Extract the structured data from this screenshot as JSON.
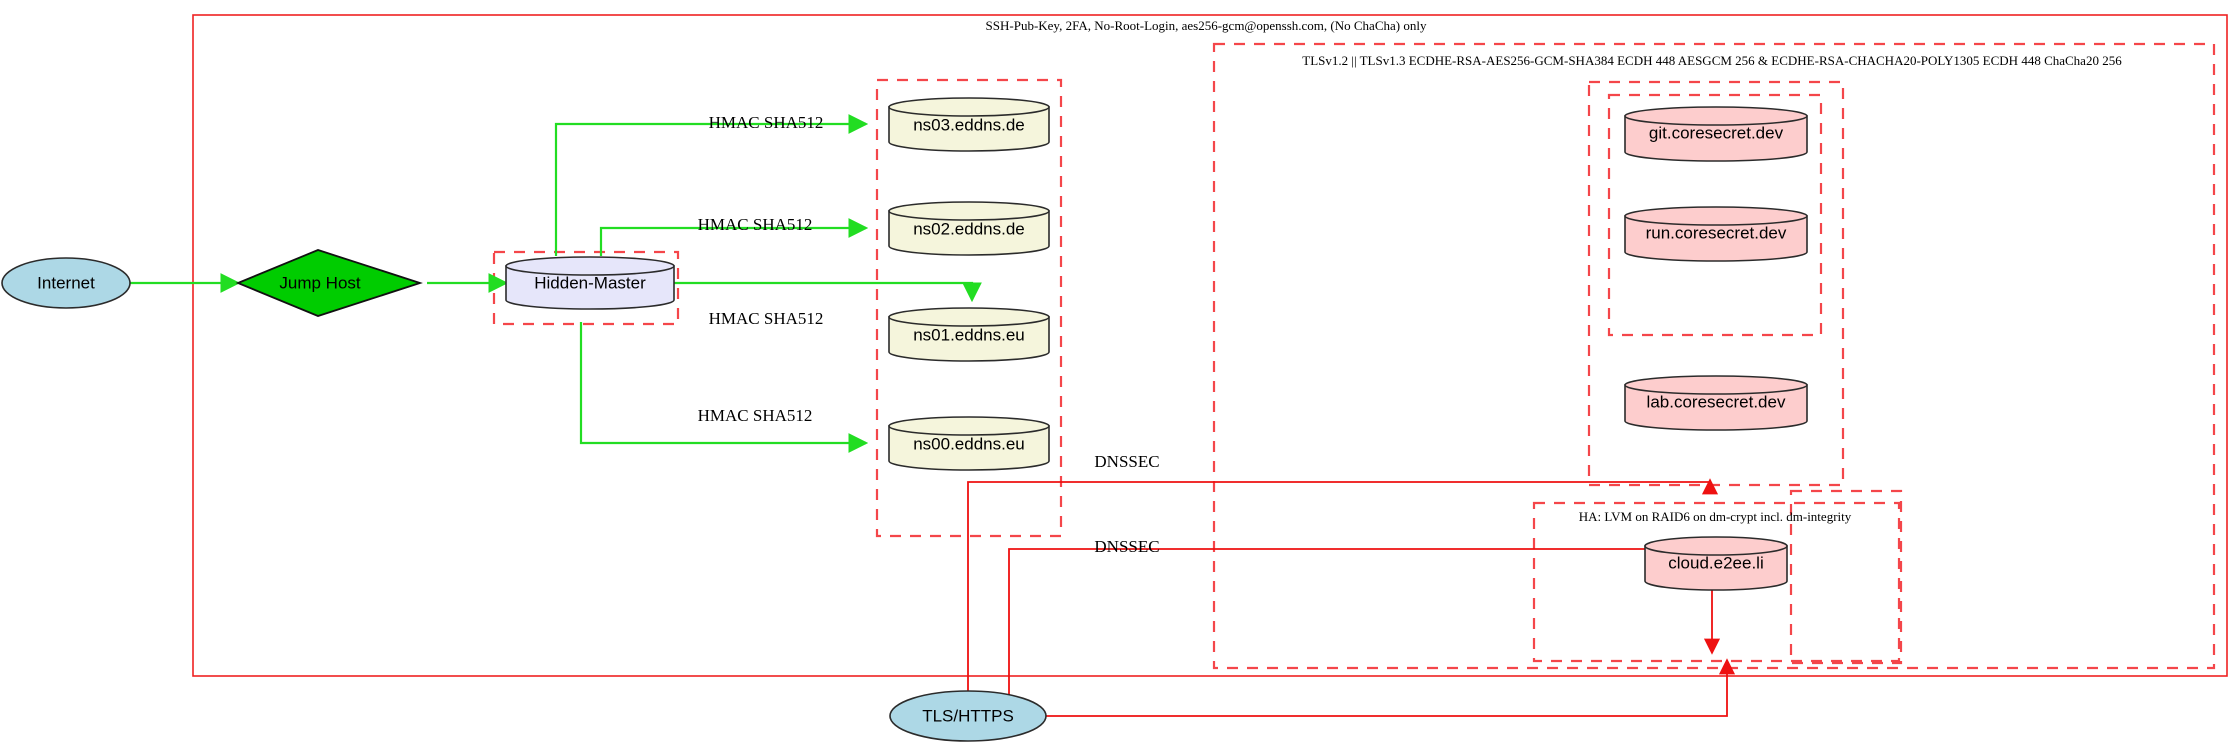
{
  "diagram": {
    "title_label": "SSH-Pub-Key, 2FA, No-Root-Login, aes256-gcm@openssh.com, (No ChaCha) only",
    "colors": {
      "boundary_solid": "#ee2222",
      "boundary_dashed": "#f4464a",
      "edge_green": "#22dd22",
      "edge_red": "#ee1111",
      "node_internet_fill": "#add8e6",
      "node_jumphost_fill": "#00cc00",
      "node_master_fill": "#e6e6fa",
      "node_ns_fill": "#f5f5dc",
      "node_app_fill": "#fdcdcd",
      "node_tls_fill": "#add8e6"
    },
    "clusters": [
      {
        "id": "ssh-boundary",
        "label": "SSH-Pub-Key, 2FA, No-Root-Login, aes256-gcm@openssh.com, (No ChaCha) only",
        "style": "solid"
      },
      {
        "id": "tls-boundary",
        "label": "TLSv1.2 || TLSv1.3 ECDHE-RSA-AES256-GCM-SHA384 ECDH 448 AESGCM 256 & ECDHE-RSA-CHACHA20-POLY1305 ECDH 448 ChaCha20 256",
        "style": "dashed"
      },
      {
        "id": "ha-boundary",
        "label": "HA: LVM on RAID6 on dm-crypt incl. dm-integrity",
        "style": "dashed"
      },
      {
        "id": "hidden-master-boundary",
        "label": "",
        "style": "dashed"
      },
      {
        "id": "nameserver-boundary",
        "label": "",
        "style": "dashed"
      },
      {
        "id": "coresecret-boundary",
        "label": "",
        "style": "dashed"
      },
      {
        "id": "coresecret-inner-boundary",
        "label": "",
        "style": "dashed"
      },
      {
        "id": "cloud-boundary",
        "label": "",
        "style": "dashed"
      }
    ],
    "nodes": [
      {
        "id": "internet",
        "label": "Internet",
        "shape": "ellipse",
        "fill": "#add8e6"
      },
      {
        "id": "jump-host",
        "label": "Jump Host",
        "shape": "diamond",
        "fill": "#00cc00"
      },
      {
        "id": "hidden-master",
        "label": "Hidden-Master",
        "shape": "cylinder",
        "fill": "#e6e6fa"
      },
      {
        "id": "ns03",
        "label": "ns03.eddns.de",
        "shape": "cylinder",
        "fill": "#f5f5dc"
      },
      {
        "id": "ns02",
        "label": "ns02.eddns.de",
        "shape": "cylinder",
        "fill": "#f5f5dc"
      },
      {
        "id": "ns01",
        "label": "ns01.eddns.eu",
        "shape": "cylinder",
        "fill": "#f5f5dc"
      },
      {
        "id": "ns00",
        "label": "ns00.eddns.eu",
        "shape": "cylinder",
        "fill": "#f5f5dc"
      },
      {
        "id": "git",
        "label": "git.coresecret.dev",
        "shape": "cylinder",
        "fill": "#fdcdcd"
      },
      {
        "id": "run",
        "label": "run.coresecret.dev",
        "shape": "cylinder",
        "fill": "#fdcdcd"
      },
      {
        "id": "lab",
        "label": "lab.coresecret.dev",
        "shape": "cylinder",
        "fill": "#fdcdcd"
      },
      {
        "id": "cloud",
        "label": "cloud.e2ee.li",
        "shape": "cylinder",
        "fill": "#fdcdcd"
      },
      {
        "id": "tls-https",
        "label": "TLS/HTTPS",
        "shape": "ellipse",
        "fill": "#add8e6"
      }
    ],
    "edges": [
      {
        "id": "internet-to-jumphost",
        "from": "internet",
        "to": "jump-host",
        "label": "",
        "color": "green"
      },
      {
        "id": "jumphost-to-master",
        "from": "jump-host",
        "to": "hidden-master",
        "label": "",
        "color": "green"
      },
      {
        "id": "master-to-ns03",
        "from": "hidden-master",
        "to": "ns03",
        "label": "HMAC SHA512",
        "color": "green"
      },
      {
        "id": "master-to-ns02",
        "from": "hidden-master",
        "to": "ns02",
        "label": "HMAC SHA512",
        "color": "green"
      },
      {
        "id": "master-to-ns01",
        "from": "hidden-master",
        "to": "ns01",
        "label": "HMAC SHA512",
        "color": "green"
      },
      {
        "id": "master-to-ns00",
        "from": "hidden-master",
        "to": "ns00",
        "label": "HMAC SHA512",
        "color": "green"
      },
      {
        "id": "dnssec-upper",
        "from": "tls-https",
        "to": "coresecret",
        "label": "DNSSEC",
        "color": "red"
      },
      {
        "id": "dnssec-lower",
        "from": "tls-https",
        "to": "cloud",
        "label": "DNSSEC",
        "color": "red"
      },
      {
        "id": "tls-to-cloud",
        "from": "tls-https",
        "to": "cloud",
        "label": "",
        "color": "red"
      }
    ],
    "edge_labels": {
      "hmac": "HMAC SHA512",
      "dnssec": "DNSSEC"
    }
  }
}
